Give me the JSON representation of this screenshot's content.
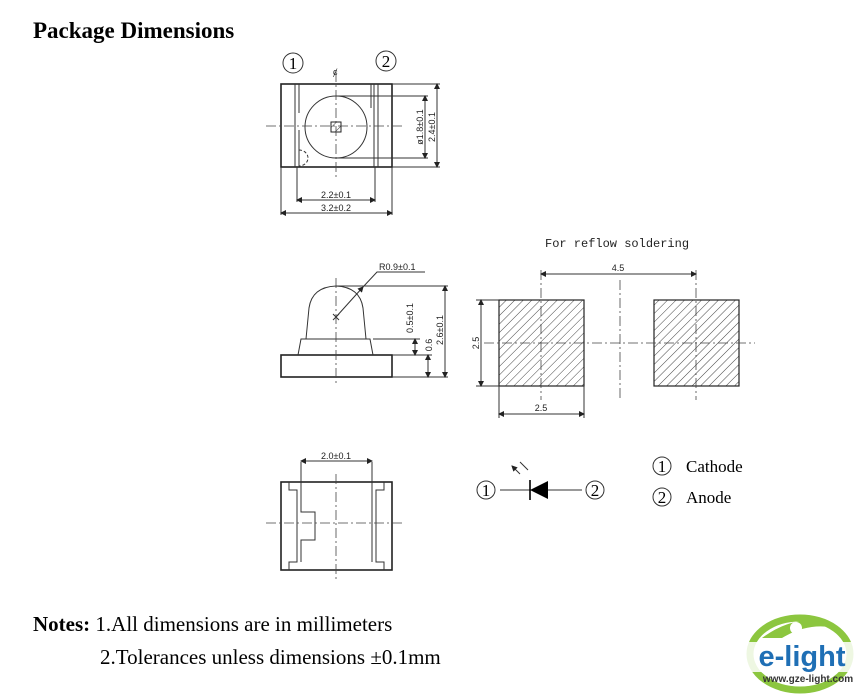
{
  "title": "Package Dimensions",
  "top_view": {
    "pin1": "1",
    "pin2": "2",
    "centerline": "ȼ",
    "dim_lens": "ø1.8±0.1",
    "dim_height": "2.4±0.1",
    "dim_inner": "2.2±0.1",
    "dim_outer": "3.2±0.2"
  },
  "side_view": {
    "radius": "R0.9±0.1",
    "dim_dome": "0.5±0.1",
    "dim_base": "0.6",
    "dim_total": "2.6±0.1"
  },
  "pad_layout": {
    "caption": "For reflow soldering",
    "dim_pitch": "4.5",
    "dim_pad_height": "2.5",
    "dim_pad_width": "2.5"
  },
  "bottom_view": {
    "dim_width": "2.0±0.1"
  },
  "symbol": {
    "pin1": "1",
    "pin2": "2"
  },
  "legend": [
    {
      "num": "1",
      "label": "Cathode"
    },
    {
      "num": "2",
      "label": "Anode"
    }
  ],
  "notes": {
    "label": "Notes:",
    "items": [
      "1.All dimensions are in millimeters",
      "2.Tolerances unless dimensions  ±0.1mm"
    ]
  },
  "logo": {
    "brand": "e-light",
    "url": "www.gze-light.com"
  },
  "colors": {
    "logo_green": "#8cc63f",
    "logo_blue": "#1f6fb5"
  }
}
